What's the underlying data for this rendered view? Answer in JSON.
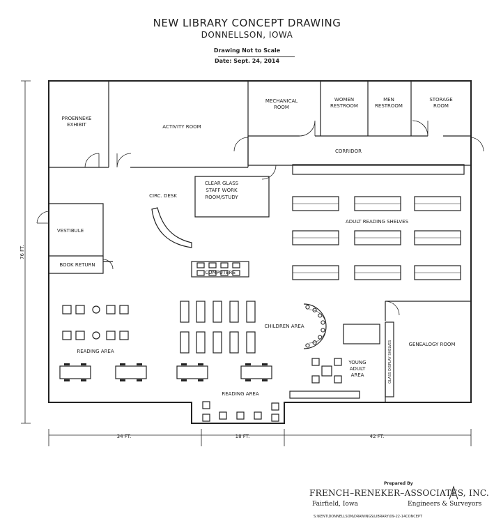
{
  "header": {
    "title": "NEW LIBRARY CONCEPT DRAWING",
    "location": "DONNELLSON, IOWA",
    "scale_note": "Drawing Not to Scale",
    "date": "Date: Sept. 24, 2014"
  },
  "rooms": {
    "proenneke_exhibit_line1": "PROENNEKE",
    "proenneke_exhibit_line2": "EXHIBIT",
    "activity_room": "ACTIVITY ROOM",
    "mechanical_room_line1": "MECHANICAL",
    "mechanical_room_line2": "ROOM",
    "women_restroom_line1": "WOMEN",
    "women_restroom_line2": "RESTROOM",
    "men_restroom_line1": "MEN",
    "men_restroom_line2": "RESTROOM",
    "storage_room_line1": "STORAGE",
    "storage_room_line2": "ROOM",
    "corridor": "CORRIDOR",
    "staff_room_line1": "CLEAR GLASS",
    "staff_room_line2": "STAFF WORK",
    "staff_room_line3": "ROOM/STUDY",
    "circ_desk": "CIRC. DESK",
    "adult_reading_shelves": "ADULT READING SHELVES",
    "vestibule": "VESTIBULE",
    "book_return": "BOOK RETURN",
    "computers": "COMPUTERS",
    "children_area": "CHILDREN AREA",
    "genealogy_room": "GENEALOGY ROOM",
    "glass_display_shelves": "GLASS DISPLAY SHELVES",
    "young_adult_line1": "YOUNG",
    "young_adult_line2": "ADULT",
    "young_adult_line3": "AREA",
    "reading_area_left": "READING AREA",
    "reading_area_bottom": "READING AREA"
  },
  "dimensions": {
    "height": "76 FT.",
    "left_width": "34 FT.",
    "mid_width": "18 FT.",
    "right_width": "42 FT."
  },
  "footer": {
    "prepared_by": "Prepared By",
    "firm": "FRENCH–RENEKER–ASSOCIATES, INC.",
    "city": "Fairfield, Iowa",
    "services": "Engineers & Surveyors",
    "file_path": "S:\\KENT\\DONNELLSON\\DRAWINGS\\LIBRARY\\09-22-14CONCEPT"
  },
  "colors": {
    "ink": "#222222",
    "paper": "#ffffff"
  }
}
